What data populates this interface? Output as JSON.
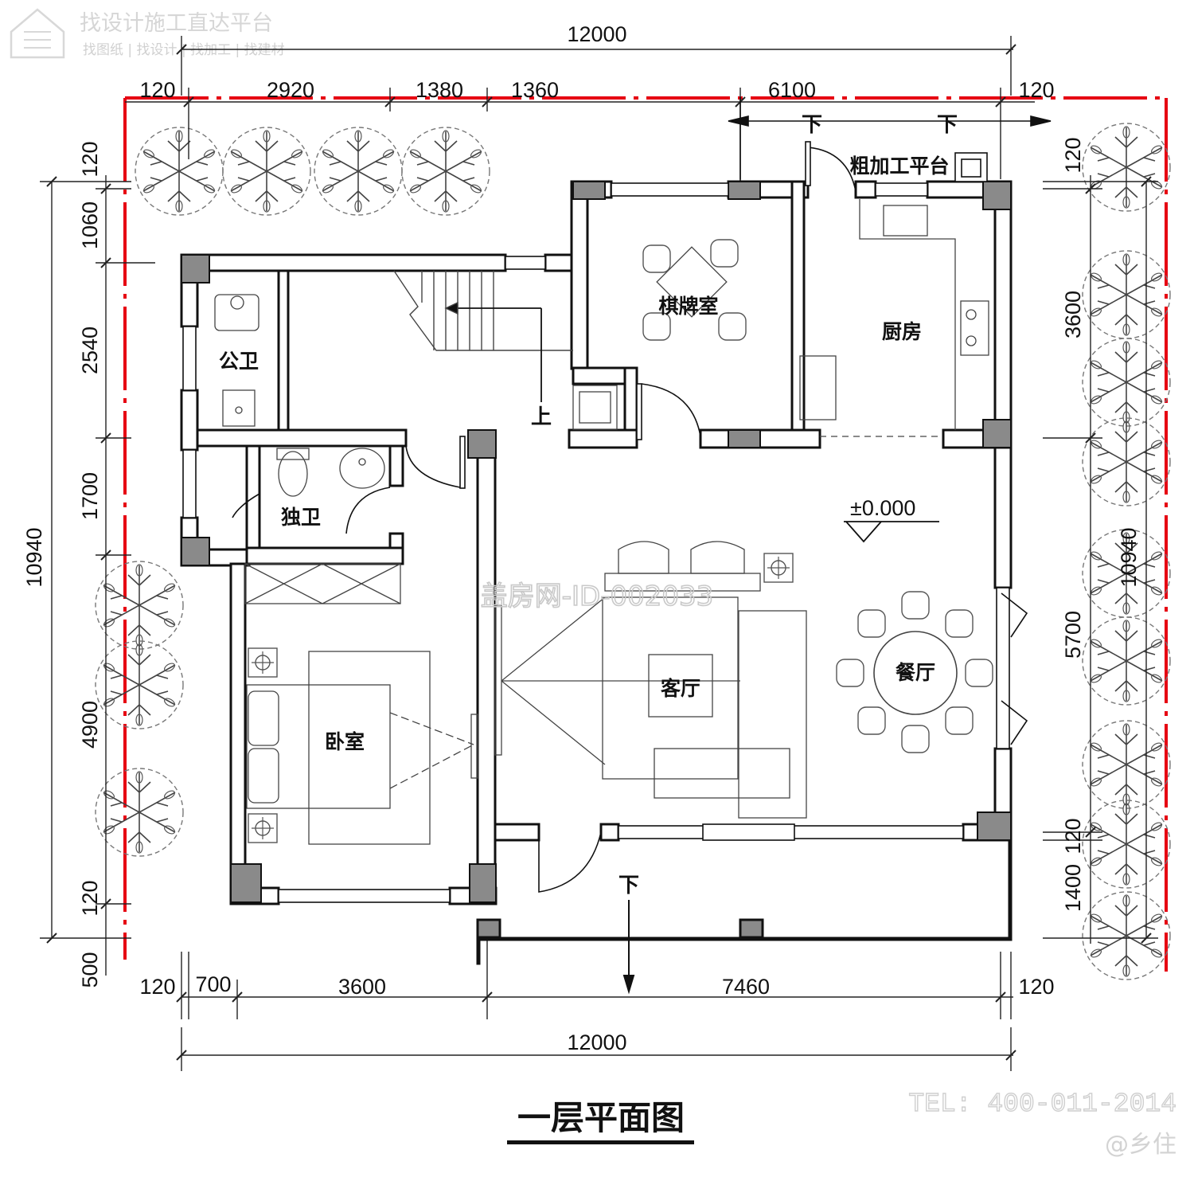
{
  "drawing": {
    "title": "一层平面图",
    "elevation": "±0.000",
    "top_brand": "找设计施工直达平台",
    "top_brand_sub": "找图纸 | 找设计 | 找加工 | 找建材",
    "watermark": "盖房网-ID-002033",
    "tel": "TEL: 400-011-2014",
    "handle": "@乡住"
  },
  "rooms": {
    "public_wc": "公卫",
    "private_wc": "独卫",
    "chess_room": "棋牌室",
    "kitchen": "厨房",
    "prep_platform": "粗加工平台",
    "living_room": "客厅",
    "dining_room": "餐厅",
    "bedroom": "卧室"
  },
  "markers": {
    "up": "上",
    "down": "下"
  },
  "dimensions": {
    "top_total": "12000",
    "top_segments": [
      "120",
      "2920",
      "1380",
      "1360",
      "6100",
      "120"
    ],
    "bottom_total": "12000",
    "bottom_segments": [
      "120",
      "700",
      "3600",
      "7460",
      "120"
    ],
    "left_total": "10940",
    "left_segments": [
      "120",
      "1060",
      "2540",
      "1700",
      "4900",
      "120",
      "500"
    ],
    "right_total": "10940",
    "right_segments": [
      "120",
      "3600",
      "5700",
      "120",
      "1400"
    ]
  },
  "colors": {
    "wall": "#111111",
    "column": "#8a8a8a",
    "boundary_red": "#e60012",
    "tree": "#555555"
  }
}
